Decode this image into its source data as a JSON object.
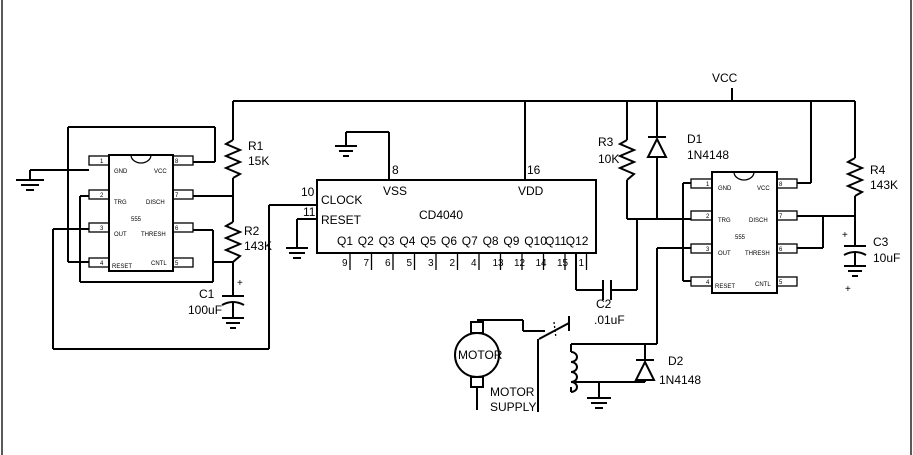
{
  "timer1": {
    "pins": {
      "gnd": "GND",
      "vcc": "VCC",
      "trg": "TRG",
      "disch": "DISCH",
      "out": "OUT",
      "thresh": "THRESH",
      "reset": "RESET",
      "cntl": "CNTL"
    },
    "name": "555",
    "pin_numbers": [
      "1",
      "2",
      "3",
      "4",
      "8",
      "7",
      "6",
      "5"
    ]
  },
  "timer2": {
    "pins": {
      "gnd": "GND",
      "vcc": "VCC",
      "trg": "TRG",
      "disch": "DISCH",
      "out": "OUT",
      "thresh": "THRESH",
      "reset": "RESET",
      "cntl": "CNTL"
    },
    "name": "555",
    "pin_numbers": [
      "1",
      "2",
      "3",
      "4",
      "8",
      "7",
      "6",
      "5"
    ]
  },
  "counter": {
    "name": "CD4040",
    "clock": "CLOCK",
    "reset": "RESET",
    "vss": "VSS",
    "vdd": "VDD",
    "clock_pin": "10",
    "reset_pin": "11",
    "vss_pin": "8",
    "vdd_pin": "16",
    "outputs": [
      "Q1",
      "Q2",
      "Q3",
      "Q4",
      "Q5",
      "Q6",
      "Q7",
      "Q8",
      "Q9",
      "Q10",
      "Q11",
      "Q12"
    ],
    "output_pins": [
      "9",
      "7",
      "6",
      "5",
      "3",
      "2",
      "4",
      "13",
      "12",
      "14",
      "15",
      "1"
    ]
  },
  "components": {
    "r1": {
      "name": "R1",
      "value": "15K"
    },
    "r2": {
      "name": "R2",
      "value": "143K"
    },
    "c1": {
      "name": "C1",
      "value": "100uF"
    },
    "r3": {
      "name": "R3",
      "value": "10K"
    },
    "d1": {
      "name": "D1",
      "value": "1N4148"
    },
    "r4": {
      "name": "R4",
      "value": "143K"
    },
    "c3": {
      "name": "C3",
      "value": "10uF"
    },
    "c2": {
      "name": "C2",
      "value": ".01uF"
    },
    "d2": {
      "name": "D2",
      "value": "1N4148"
    }
  },
  "labels": {
    "vcc": "VCC",
    "motor": "MOTOR",
    "motor_supply_1": "MOTOR",
    "motor_supply_2": "SUPPLY",
    "plus": "+"
  }
}
